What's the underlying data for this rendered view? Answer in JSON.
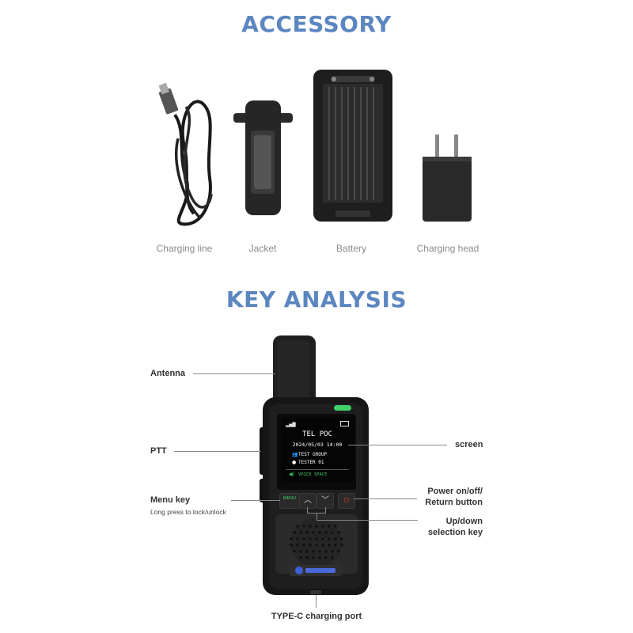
{
  "accessory": {
    "heading": "ACCESSORY",
    "items": [
      {
        "label": "Charging line"
      },
      {
        "label": "Jacket"
      },
      {
        "label": "Battery"
      },
      {
        "label": "Charging head"
      }
    ]
  },
  "key_analysis": {
    "heading": "KEY ANALYSIS",
    "callouts": {
      "antenna": "Antenna",
      "ptt": "PTT",
      "menu_key": "Menu key",
      "menu_key_note": "Long press to lock/unlock",
      "screen": "screen",
      "power_line1": "Power on/off/",
      "power_line2": "Return button",
      "updown_line1": "Up/down",
      "updown_line2": "selection key",
      "typec": "TYPE-C charging port"
    },
    "device_screen": {
      "title": "TEL POC",
      "datetime": "2024/05/03 14:00",
      "group": "TEST GROUP",
      "user": "TESTER 01",
      "status": "VOICE SPACE"
    },
    "menu_button_label": "MENU",
    "colors": {
      "heading": "#5b86c0",
      "status_green": "#3fd06a",
      "power_red": "#d23a3a"
    }
  }
}
